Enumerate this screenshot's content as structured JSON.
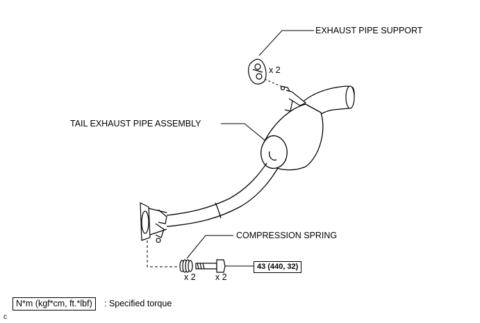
{
  "labels": {
    "exhaust_pipe_support": "EXHAUST PIPE SUPPORT",
    "tail_exhaust_pipe_assembly": "TAIL EXHAUST PIPE ASSEMBLY",
    "compression_spring": "COMPRESSION SPRING"
  },
  "quantities": {
    "support_qty": "x 2",
    "spring_qty": "x 2",
    "bolt_qty": "x 2"
  },
  "torque": {
    "bolt_torque": "43 (440, 32)"
  },
  "legend": {
    "unit_box": "N*m (kgf*cm, ft.*lbf)",
    "unit_desc": ": Specified torque"
  },
  "corner_letter": "c"
}
